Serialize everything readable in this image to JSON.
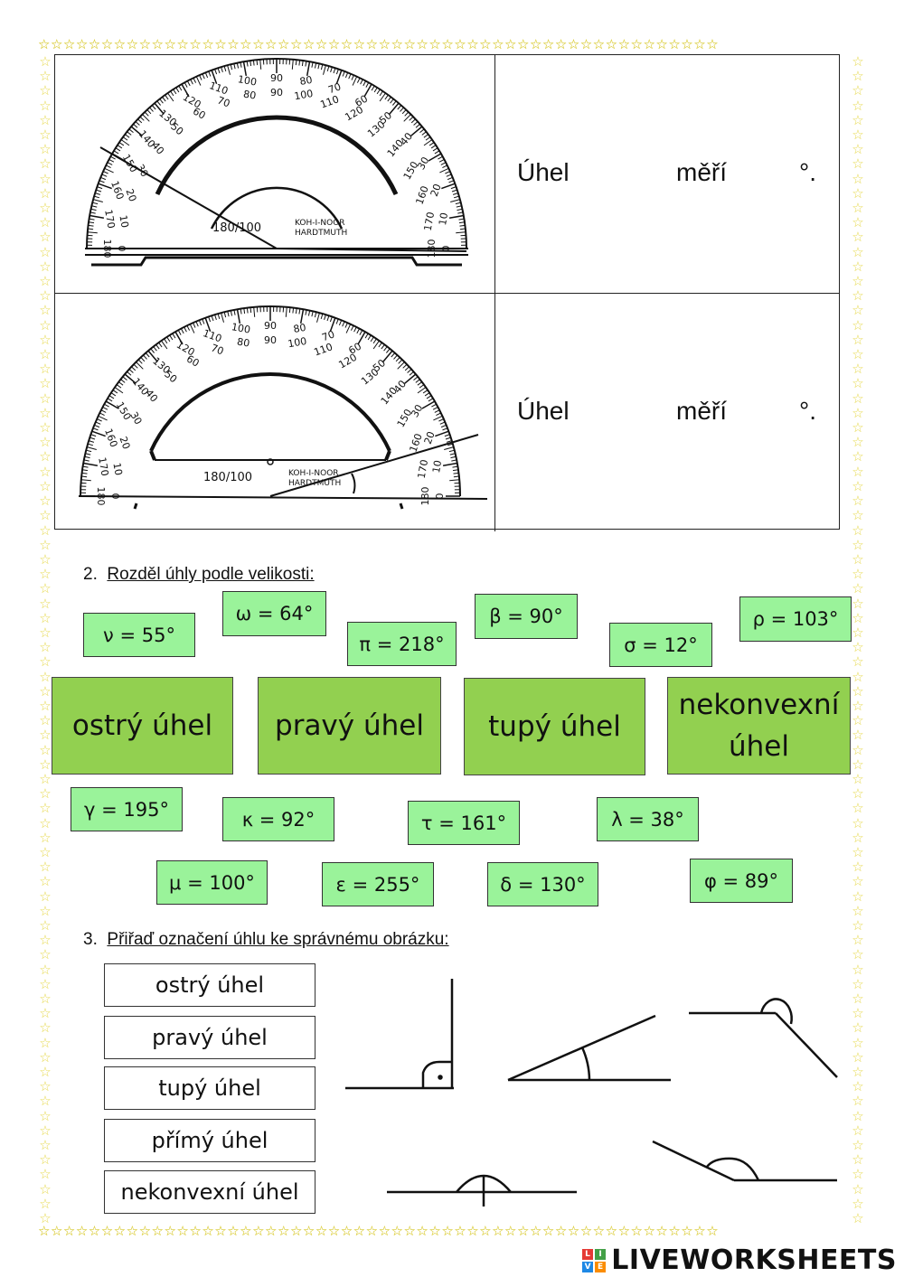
{
  "task1": {
    "rows": [
      {
        "label_word": "Úhel",
        "measure_word": "měří",
        "unit": "°."
      },
      {
        "label_word": "Úhel",
        "measure_word": "měří",
        "unit": "°."
      }
    ],
    "protractor_text": {
      "scale_left": "180/100",
      "brand_line1": "KOH-I-NOOR",
      "brand_line2": "HARDTMUTH",
      "outer_ticks": [
        "0",
        "10",
        "20",
        "30",
        "40",
        "50",
        "60",
        "70",
        "80",
        "90",
        "100",
        "110",
        "120",
        "130",
        "140",
        "150",
        "160",
        "170",
        "180"
      ],
      "inner_ticks": [
        "180",
        "170",
        "160",
        "150",
        "140",
        "130",
        "120",
        "110",
        "100",
        "90",
        "80",
        "70",
        "60",
        "50",
        "40",
        "30",
        "20",
        "10",
        "0"
      ]
    }
  },
  "task2": {
    "heading_number": "2.",
    "heading_text": "Rozděl úhly podle velikosti:",
    "tags": [
      "ν = 55°",
      "ω = 64°",
      "π = 218°",
      "β = 90°",
      "σ = 12°",
      "ρ = 103°",
      "γ = 195°",
      "κ = 92°",
      "τ = 161°",
      "λ = 38°",
      "μ = 100°",
      "ε = 255°",
      "δ = 130°",
      "φ = 89°"
    ],
    "categories": [
      "ostrý úhel",
      "pravý úhel",
      "tupý úhel",
      "nekonvexní úhel"
    ],
    "colors": {
      "tag": "#9af39a",
      "category": "#92d050"
    }
  },
  "task3": {
    "heading_number": "3.",
    "heading_text": "Přiřaď označení úhlu ke správnému obrázku:",
    "labels": [
      "ostrý úhel",
      "pravý úhel",
      "tupý úhel",
      "přímý úhel",
      "nekonvexní úhel"
    ]
  },
  "footer": {
    "logo_letters": [
      "L",
      "I",
      "V",
      "E"
    ],
    "logo_text": "LIVEWORKSHEETS"
  },
  "border": {
    "icon": "star-icon",
    "color": "#e6d84a"
  }
}
